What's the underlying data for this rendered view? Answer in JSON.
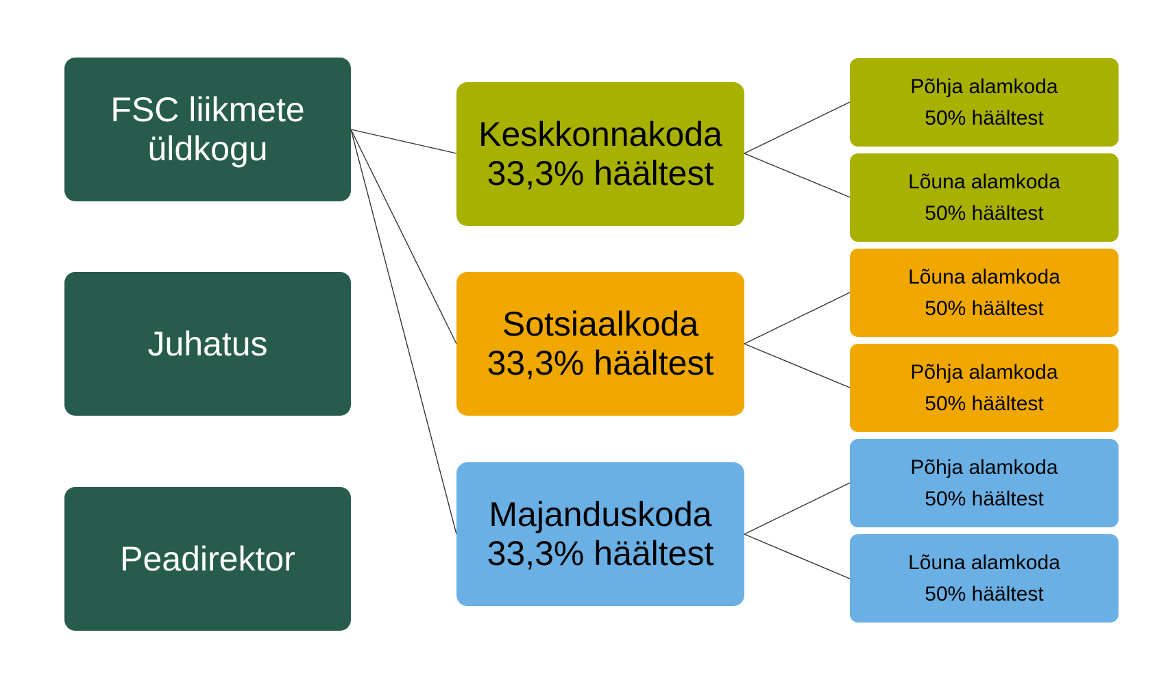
{
  "colors": {
    "governance": "#275c4d",
    "environment": "#a8b000",
    "social": "#f0a800",
    "economic": "#6ab0e4",
    "connector": "#333333"
  },
  "governance": [
    {
      "lines": [
        "FSC liikmete",
        "üldkogu"
      ]
    },
    {
      "lines": [
        "Juhatus"
      ]
    },
    {
      "lines": [
        "Peadirektor"
      ]
    }
  ],
  "chambers": [
    {
      "lines": [
        "Keskkonnakoda",
        "33,3% häältest"
      ],
      "subchambers": [
        {
          "lines": [
            "Põhja alamkoda",
            "50% häältest"
          ]
        },
        {
          "lines": [
            "Lõuna alamkoda",
            "50% häältest"
          ]
        }
      ]
    },
    {
      "lines": [
        "Sotsiaalkoda",
        "33,3% häältest"
      ],
      "subchambers": [
        {
          "lines": [
            "Lõuna alamkoda",
            "50% häältest"
          ]
        },
        {
          "lines": [
            "Põhja alamkoda",
            "50% häältest"
          ]
        }
      ]
    },
    {
      "lines": [
        "Majanduskoda",
        "33,3% häältest"
      ],
      "subchambers": [
        {
          "lines": [
            "Põhja alamkoda",
            "50% häältest"
          ]
        },
        {
          "lines": [
            "Lõuna alamkoda",
            "50% häältest"
          ]
        }
      ]
    }
  ]
}
